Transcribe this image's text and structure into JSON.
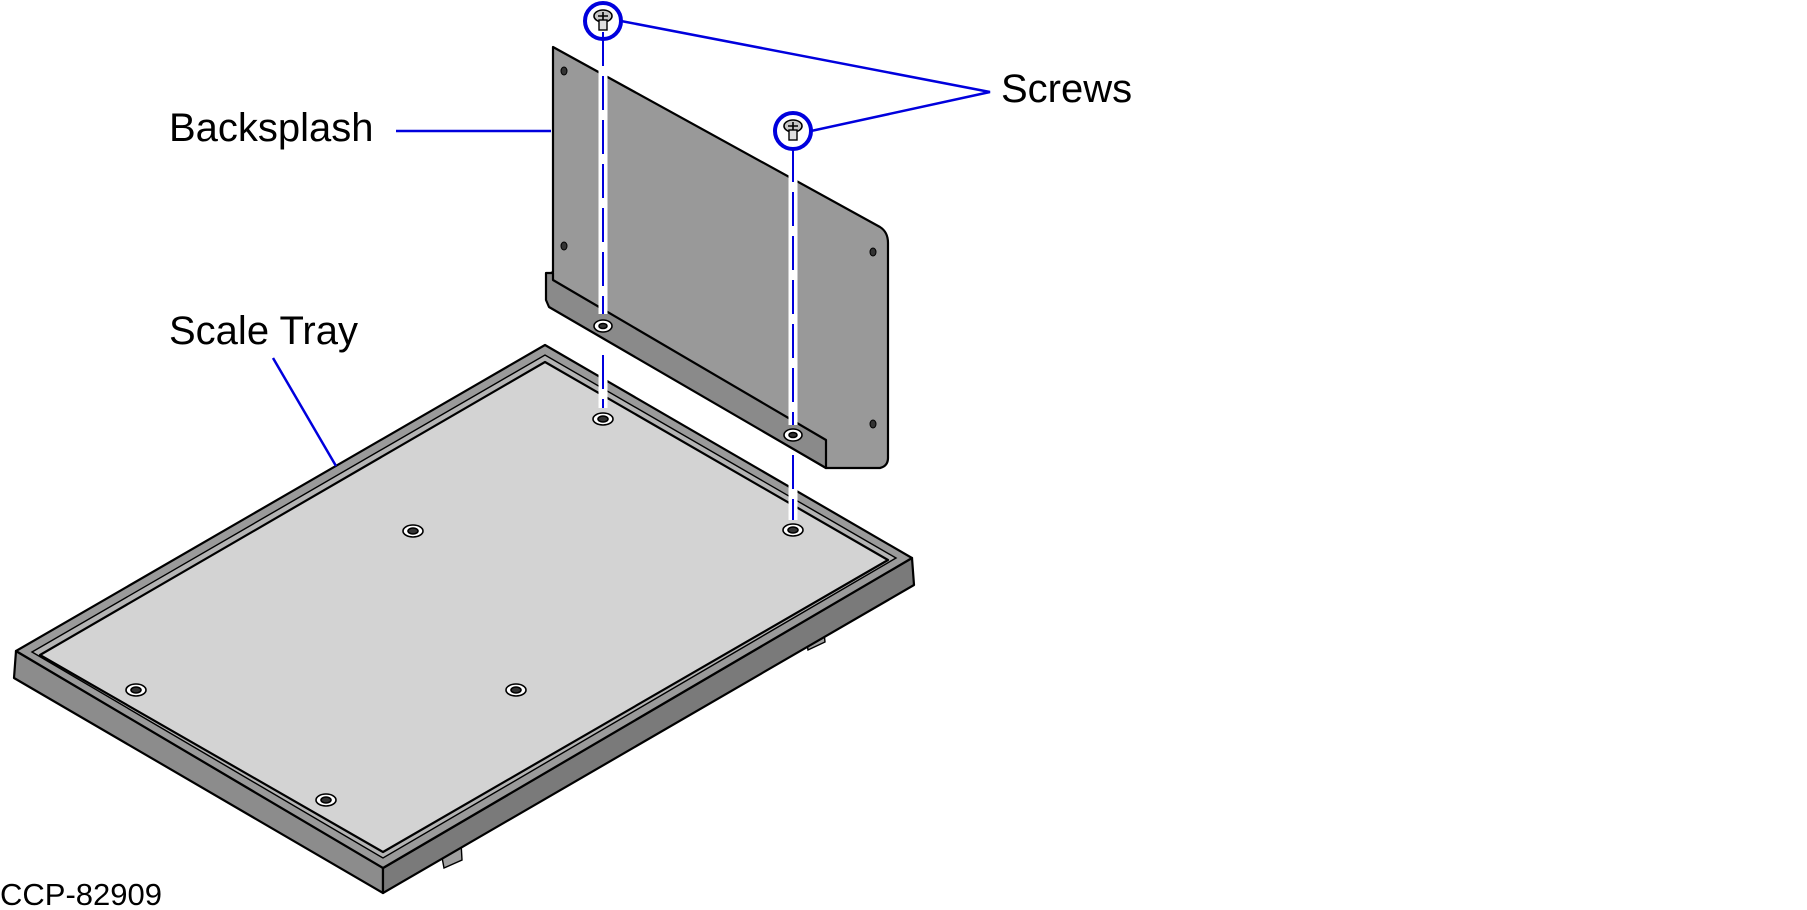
{
  "callouts": {
    "backsplash": "Backsplash",
    "screws": "Screws",
    "scale_tray": "Scale Tray"
  },
  "figure_id": "CCP-82909",
  "colors": {
    "leader": "#0000dd",
    "backsplash_fill": "#999999",
    "tray_surface": "#d3d3d3",
    "tray_rim": "#8c8c8c",
    "outline": "#000000"
  }
}
